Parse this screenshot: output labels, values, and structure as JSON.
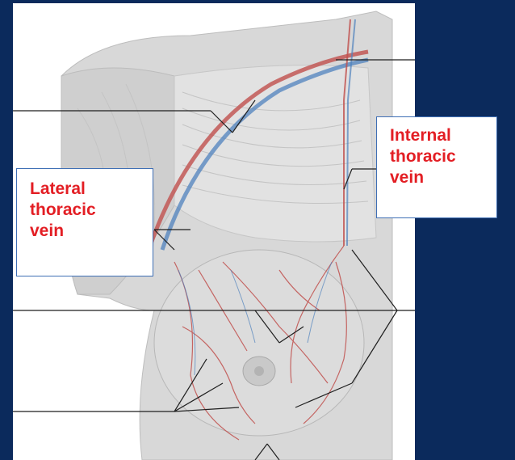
{
  "labels": {
    "lateral": [
      "Lateral",
      "thoracic",
      "vein"
    ],
    "internal": [
      "Internal",
      "thoracic",
      "vein"
    ]
  },
  "colors": {
    "background": "#0b2a5c",
    "label_text": "#e31e24",
    "artery": "#c0504d",
    "vein": "#4f81bd"
  }
}
